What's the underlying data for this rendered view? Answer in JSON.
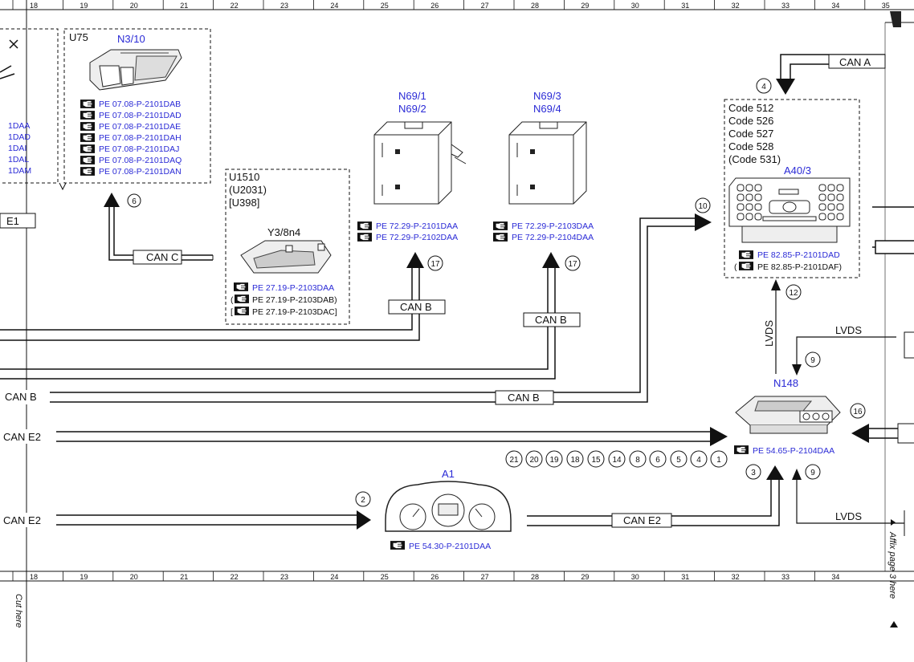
{
  "ruler": {
    "top_numbers": [
      "18",
      "19",
      "20",
      "21",
      "22",
      "23",
      "24",
      "25",
      "26",
      "27",
      "28",
      "29",
      "30",
      "31",
      "32",
      "33",
      "34",
      "35"
    ],
    "bottom_numbers": [
      "18",
      "19",
      "20",
      "21",
      "22",
      "23",
      "24",
      "25",
      "26",
      "27",
      "28",
      "29",
      "30",
      "31",
      "32",
      "33",
      "34"
    ]
  },
  "margin": {
    "cut_here": "Cut here",
    "affix_here": "Affix page 3 here"
  },
  "left_stubs": {
    "codes": [
      "1DAA",
      "1DAD",
      "1DAI",
      "1DAL",
      "1DAM"
    ],
    "e1": "E1",
    "can_b": "CAN B",
    "can_e2_a": "CAN E2",
    "can_e2_b": "CAN E2"
  },
  "u75": {
    "box_label": "U75",
    "title": "N3/10",
    "refs": [
      "PE 07.08-P-2101DAB",
      "PE 07.08-P-2101DAD",
      "PE 07.08-P-2101DAE",
      "PE 07.08-P-2101DAH",
      "PE 07.08-P-2101DAJ",
      "PE 07.08-P-2101DAQ",
      "PE 07.08-P-2101DAN"
    ]
  },
  "u1510": {
    "line1": "U1510",
    "line2": "(U2031)",
    "line3": "[U398]",
    "title": "Y3/8n4",
    "ref1": "PE 27.19-P-2103DAA",
    "ref2_pre": "(",
    "ref2": "PE 27.19-P-2103DAB)",
    "ref3_pre": "[",
    "ref3": "PE 27.19-P-2103DAC]"
  },
  "n69_12": {
    "title1": "N69/1",
    "title2": "N69/2",
    "ref1": "PE 72.29-P-2101DAA",
    "ref2": "PE 72.29-P-2102DAA"
  },
  "n69_34": {
    "title1": "N69/3",
    "title2": "N69/4",
    "ref1": "PE 72.29-P-2103DAA",
    "ref2": "PE 72.29-P-2104DAA"
  },
  "a40": {
    "codes": [
      "Code 512",
      "Code 526",
      "Code 527",
      "Code 528",
      "(Code 531)"
    ],
    "title": "A40/3",
    "ref1": "PE 82.85-P-2101DAD",
    "ref2_pre": "(",
    "ref2": "PE 82.85-P-2101DAF)"
  },
  "n148": {
    "title": "N148",
    "ref": "PE 54.65-P-2104DAA",
    "circles": [
      "21",
      "20",
      "19",
      "18",
      "15",
      "14",
      "8",
      "6",
      "5",
      "4",
      "1"
    ]
  },
  "a1": {
    "title": "A1",
    "ref": "PE 54.30-P-2101DAA"
  },
  "buses": {
    "can_a": "CAN A",
    "can_c": "CAN C",
    "can_b1": "CAN B",
    "can_b2": "CAN B",
    "can_b3": "CAN B",
    "can_e2": "CAN E2",
    "lvds1": "LVDS",
    "lvds2": "LVDS",
    "lvds3": "LVDS"
  },
  "markers": {
    "m6": "6",
    "m17a": "17",
    "m17b": "17",
    "m10": "10",
    "m4": "4",
    "m12": "12",
    "m9a": "9",
    "m16": "16",
    "m3": "3",
    "m9b": "9",
    "m2": "2"
  },
  "colors": {
    "link_blue": "#2a2ad6",
    "line": "#111111"
  }
}
